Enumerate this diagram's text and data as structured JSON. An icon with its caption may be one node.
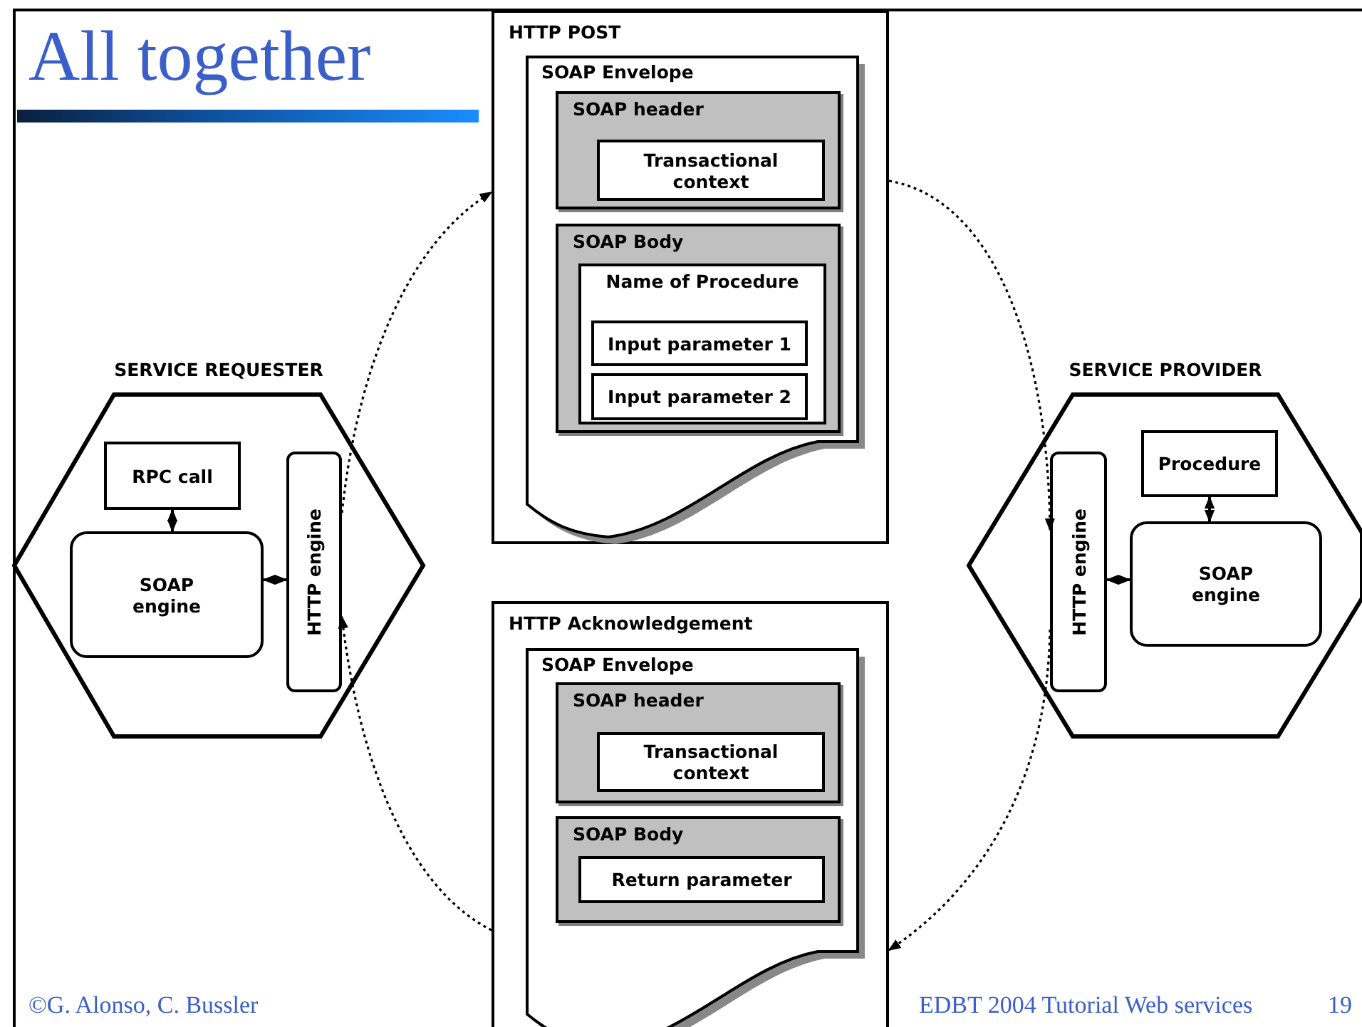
{
  "diagram": {
    "title": "All together",
    "nodes": [
      {
        "text": [
          "SERVICE REQUESTER"
        ]
      },
      {
        "text": [
          "RPC call"
        ],
        "in": 0
      },
      {
        "text": [
          "SOAP engine"
        ],
        "in": 0
      },
      {
        "text": [
          "HTTP engine"
        ],
        "in": 0
      },
      {
        "text": [
          "HTTP POST"
        ]
      },
      {
        "text": [
          "SOAP Envelope"
        ],
        "in": 4
      },
      {
        "text": [
          "SOAP header"
        ],
        "in": 5
      },
      {
        "text": [
          "Transactional context"
        ],
        "in": 6
      },
      {
        "text": [
          "SOAP Body"
        ],
        "in": 5
      },
      {
        "text": [
          "Name of Procedure"
        ],
        "in": 8
      },
      {
        "text": [
          "Input parameter 1"
        ],
        "in": 9
      },
      {
        "text": [
          "Input parameter 2"
        ],
        "in": 9
      },
      {
        "text": [
          "HTTP Acknowledgement"
        ]
      },
      {
        "text": [
          "SOAP Envelope"
        ],
        "in": 12
      },
      {
        "text": [
          "SOAP header"
        ],
        "in": 13
      },
      {
        "text": [
          "Transactional context"
        ],
        "in": 14
      },
      {
        "text": [
          "SOAP Body"
        ],
        "in": 13
      },
      {
        "text": [
          "Return parameter"
        ],
        "in": 16
      },
      {
        "text": [
          "SERVICE PROVIDER"
        ]
      },
      {
        "text": [
          "Procedure"
        ],
        "in": 18
      },
      {
        "text": [
          "SOAP engine"
        ],
        "in": 18
      },
      {
        "text": [
          "HTTP engine"
        ],
        "in": 18
      }
    ],
    "edges": [
      {
        "from": 1,
        "to": 2,
        "arrow": "both"
      },
      {
        "from": 2,
        "to": 3,
        "arrow": "both"
      },
      {
        "from": 3,
        "to": 4,
        "arrow": "to",
        "style": "dashed"
      },
      {
        "from": 4,
        "to": 21,
        "arrow": "to",
        "style": "dashed"
      },
      {
        "from": 21,
        "to": 20,
        "arrow": "both"
      },
      {
        "from": 20,
        "to": 19,
        "arrow": "both"
      },
      {
        "from": 21,
        "to": 12,
        "arrow": "to",
        "style": "dashed"
      },
      {
        "from": 12,
        "to": 3,
        "arrow": "to",
        "style": "dashed"
      }
    ],
    "labels": [
      "©G. Alonso, C. Bussler",
      "EDBT 2004 Tutorial Web services",
      "19"
    ]
  }
}
